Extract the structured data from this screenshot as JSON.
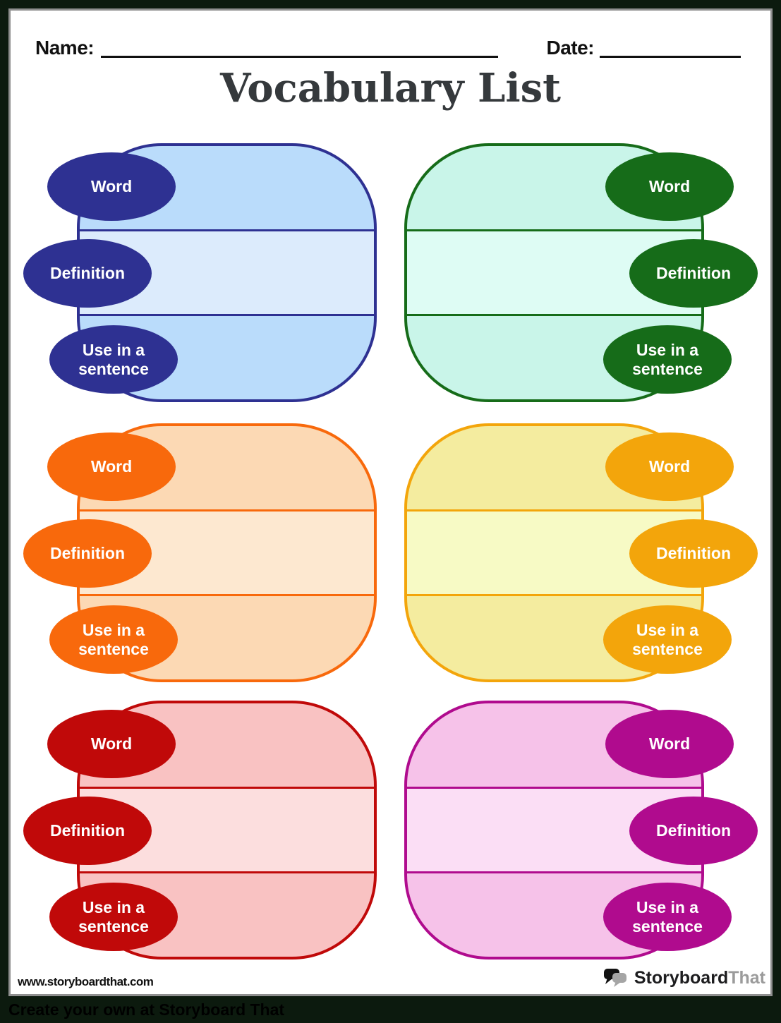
{
  "header": {
    "name_label": "Name:",
    "date_label": "Date:"
  },
  "title": "Vocabulary List",
  "cards": [
    {
      "theme": "blue",
      "labels": {
        "word": "Word",
        "definition": "Definition",
        "sentence": "Use in a sentence"
      },
      "colors": {
        "accent": "#2e3192",
        "outer": "#badcfb",
        "mid": "#dcebfc"
      }
    },
    {
      "theme": "green",
      "labels": {
        "word": "Word",
        "definition": "Definition",
        "sentence": "Use in a sentence"
      },
      "colors": {
        "accent": "#166c19",
        "outer": "#c9f5e9",
        "mid": "#defcf4"
      }
    },
    {
      "theme": "orange",
      "labels": {
        "word": "Word",
        "definition": "Definition",
        "sentence": "Use in a sentence"
      },
      "colors": {
        "accent": "#f8690c",
        "outer": "#fcd9b4",
        "mid": "#fde8d0"
      }
    },
    {
      "theme": "yellow",
      "labels": {
        "word": "Word",
        "definition": "Definition",
        "sentence": "Use in a sentence"
      },
      "colors": {
        "accent": "#f3a50b",
        "outer": "#f4ec9f",
        "mid": "#f7fac5"
      }
    },
    {
      "theme": "red",
      "labels": {
        "word": "Word",
        "definition": "Definition",
        "sentence": "Use in a sentence"
      },
      "colors": {
        "accent": "#c00909",
        "outer": "#f9c2c2",
        "mid": "#fcdede"
      }
    },
    {
      "theme": "magenta",
      "labels": {
        "word": "Word",
        "definition": "Definition",
        "sentence": "Use in a sentence"
      },
      "colors": {
        "accent": "#b00b8e",
        "outer": "#f6c2e9",
        "mid": "#fbdef5"
      }
    }
  ],
  "footer": {
    "url": "www.storyboardthat.com",
    "logo_primary": "Storyboard",
    "logo_secondary": "That",
    "banner_text": "Create your own at Storyboard That"
  }
}
